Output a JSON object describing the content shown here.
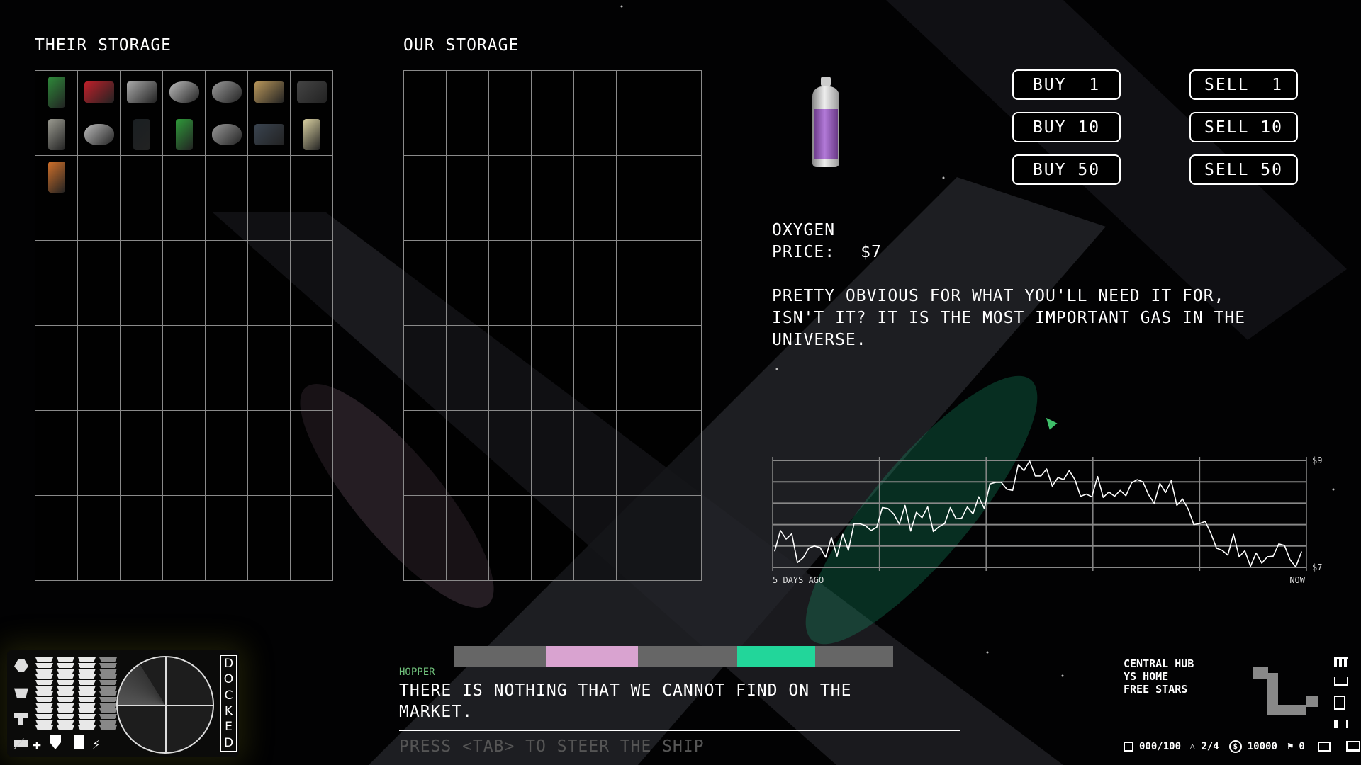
{
  "their_storage": {
    "title": "THEIR STORAGE",
    "items": [
      {
        "icon": "oxygen-canister-green-icon",
        "color": "#2e8a3a"
      },
      {
        "icon": "battery-box-icon",
        "color": "#c0202a"
      },
      {
        "icon": "metal-pipes-icon",
        "color": "#aaaaaa"
      },
      {
        "icon": "sphere-cluster-icon",
        "color": "#bbbbbb"
      },
      {
        "icon": "ore-rock-icon",
        "color": "#999999"
      },
      {
        "icon": "microchip-icon",
        "color": "#b8965a"
      },
      {
        "icon": "dark-battery-box-icon",
        "color": "#444444"
      },
      {
        "icon": "concrete-barrel-icon",
        "color": "#9a9a90"
      },
      {
        "icon": "crystal-cluster-icon",
        "color": "#bbbbbb"
      },
      {
        "icon": "empty-fuel-cell-icon",
        "color": "#1a1f22"
      },
      {
        "icon": "green-fuel-cell-icon",
        "color": "#2f9a3a"
      },
      {
        "icon": "ore-rock-icon",
        "color": "#999999"
      },
      {
        "icon": "glass-panel-icon",
        "color": "#3a4450"
      },
      {
        "icon": "n2o-canister-icon",
        "color": "#d8cfa0"
      },
      {
        "icon": "orange-barrel-icon",
        "color": "#d0702a"
      }
    ]
  },
  "our_storage": {
    "title": "OUR STORAGE",
    "items": []
  },
  "selected": {
    "icon": "oxygen-canister-icon",
    "name": "OXYGEN",
    "price_label": "PRICE:",
    "price": "$7",
    "description": "PRETTY OBVIOUS FOR WHAT YOU'LL NEED IT FOR, ISN'T IT? IT IS THE MOST IMPORTANT GAS IN THE UNIVERSE."
  },
  "buttons": {
    "buy": [
      "BUY  1",
      "BUY 10",
      "BUY 50"
    ],
    "sell": [
      "SELL  1",
      "SELL 10",
      "SELL 50"
    ]
  },
  "chart_data": {
    "type": "line",
    "title": "",
    "xlabel": "",
    "ylabel": "",
    "x_start_label": "5 DAYS AGO",
    "x_end_label": "NOW",
    "y_tick_labels": [
      "$9",
      "$7"
    ],
    "ylim": [
      7,
      9
    ],
    "grid": true,
    "values": [
      7.31,
      7.69,
      7.53,
      7.63,
      7.09,
      7.18,
      7.36,
      7.4,
      7.37,
      7.19,
      7.56,
      7.21,
      7.62,
      7.32,
      7.82,
      7.82,
      7.78,
      7.69,
      7.75,
      8.12,
      8.1,
      8.0,
      7.81,
      8.16,
      7.68,
      8.03,
      7.93,
      8.13,
      7.67,
      7.76,
      7.82,
      8.12,
      7.91,
      7.92,
      8.13,
      8.0,
      8.32,
      8.1,
      8.56,
      8.59,
      8.59,
      8.46,
      8.44,
      8.92,
      8.81,
      8.99,
      8.71,
      8.71,
      8.84,
      8.52,
      8.68,
      8.64,
      8.81,
      8.64,
      8.33,
      8.37,
      8.32,
      8.7,
      8.31,
      8.41,
      8.33,
      8.44,
      8.34,
      8.58,
      8.64,
      8.6,
      8.36,
      8.2,
      8.57,
      8.4,
      8.62,
      8.16,
      8.28,
      8.09,
      7.8,
      7.82,
      7.86,
      7.64,
      7.36,
      7.32,
      7.23,
      7.62,
      7.2,
      7.31,
      7.02,
      7.27,
      7.08,
      7.2,
      7.21,
      7.44,
      7.41,
      7.14,
      7.01,
      7.29
    ]
  },
  "hud": {
    "docked": [
      "D",
      "O",
      "C",
      "K",
      "E",
      "D"
    ],
    "bar_rows": 13
  },
  "dialogue": {
    "speaker": "HOPPER",
    "line1": "THERE IS NOTHING THAT WE CANNOT FIND ON THE",
    "line2": "MARKET.",
    "hint": "PRESS <TAB> TO STEER THE SHIP"
  },
  "location": {
    "lines": [
      "CENTRAL HUB",
      "YS HOME",
      "FREE STARS"
    ]
  },
  "status": {
    "cargo": "000/100",
    "crew": "2/4",
    "credits": "10000",
    "flags": "0"
  },
  "colors": {
    "speaker": "#6fbf7a",
    "hint": "#555555"
  }
}
